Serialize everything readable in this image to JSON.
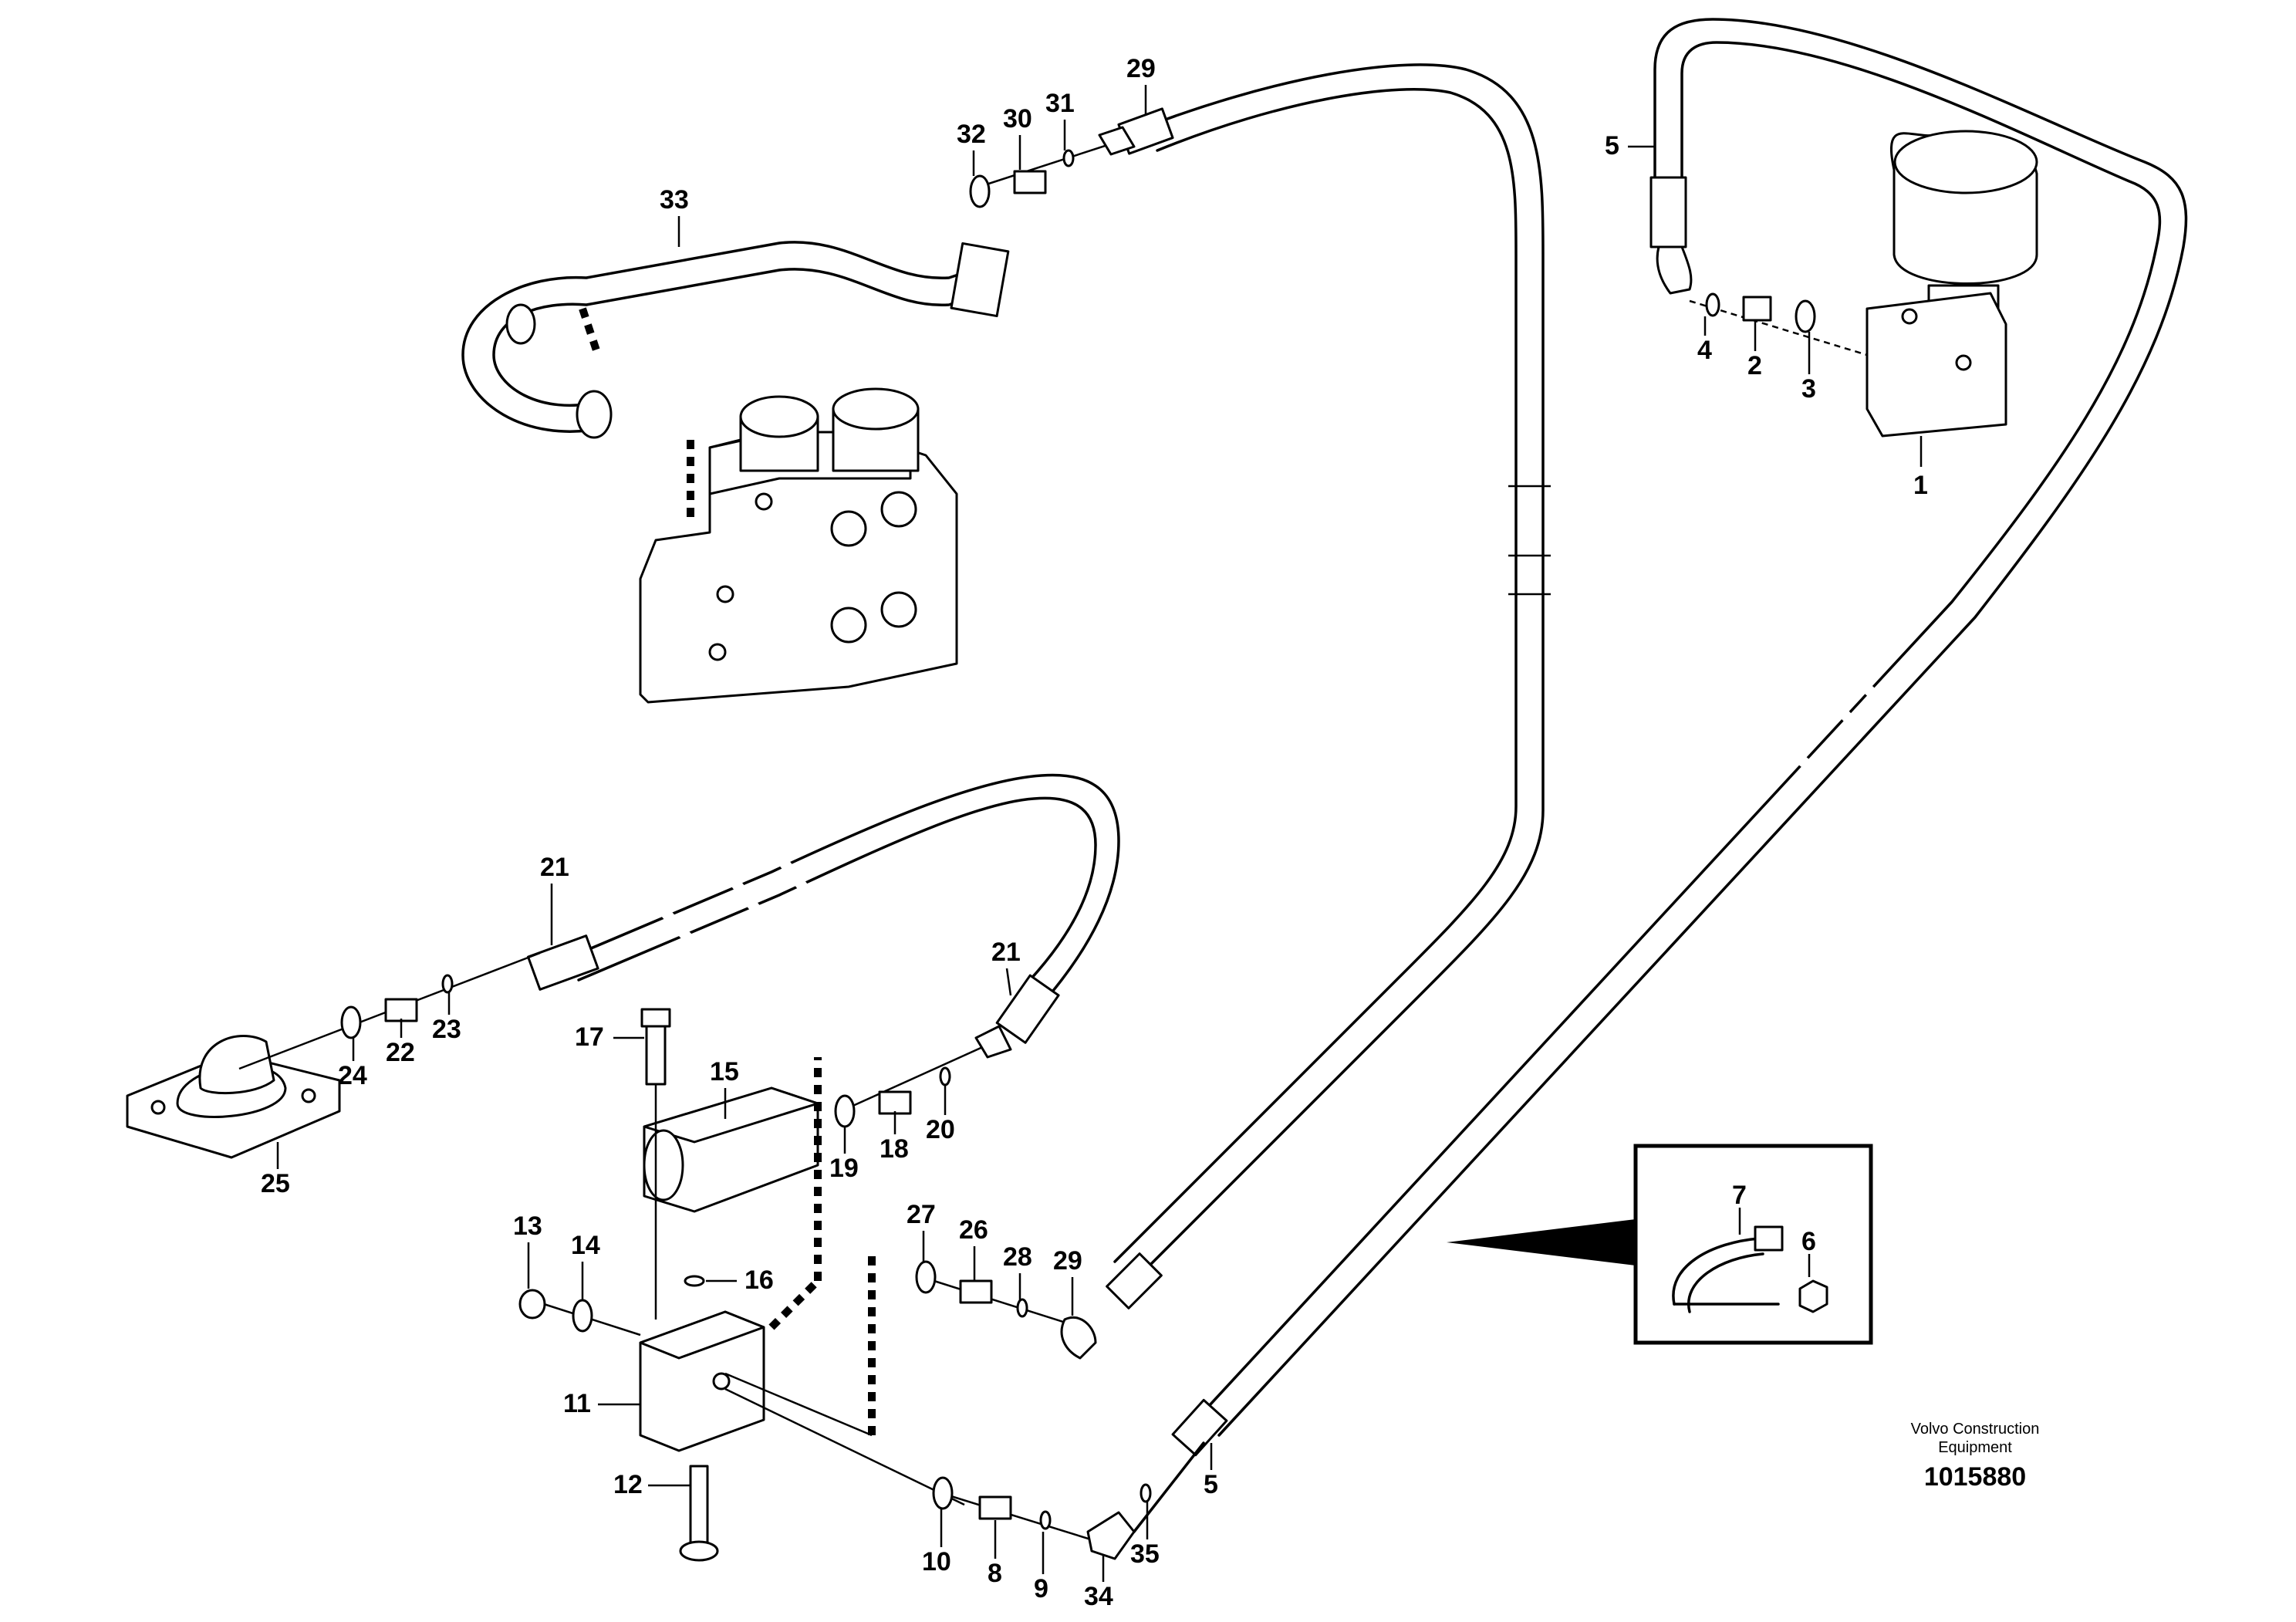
{
  "footer": {
    "manufacturer": "Volvo Construction Equipment",
    "document_number": "1015880"
  },
  "labels": {
    "p1": "1",
    "p2": "2",
    "p3": "3",
    "p4": "4",
    "p5a": "5",
    "p5b": "5",
    "p6": "6",
    "p7": "7",
    "p8": "8",
    "p9": "9",
    "p10": "10",
    "p11": "11",
    "p12": "12",
    "p13": "13",
    "p14": "14",
    "p15": "15",
    "p16": "16",
    "p17": "17",
    "p18": "18",
    "p19": "19",
    "p20": "20",
    "p21a": "21",
    "p21b": "21",
    "p22": "22",
    "p23": "23",
    "p24": "24",
    "p25": "25",
    "p26": "26",
    "p27": "27",
    "p28": "28",
    "p29a": "29",
    "p29b": "29",
    "p30": "30",
    "p31": "31",
    "p32": "32",
    "p33": "33",
    "p34": "34",
    "p35": "35"
  },
  "colors": {
    "ink": "#000000",
    "paper": "#ffffff"
  }
}
